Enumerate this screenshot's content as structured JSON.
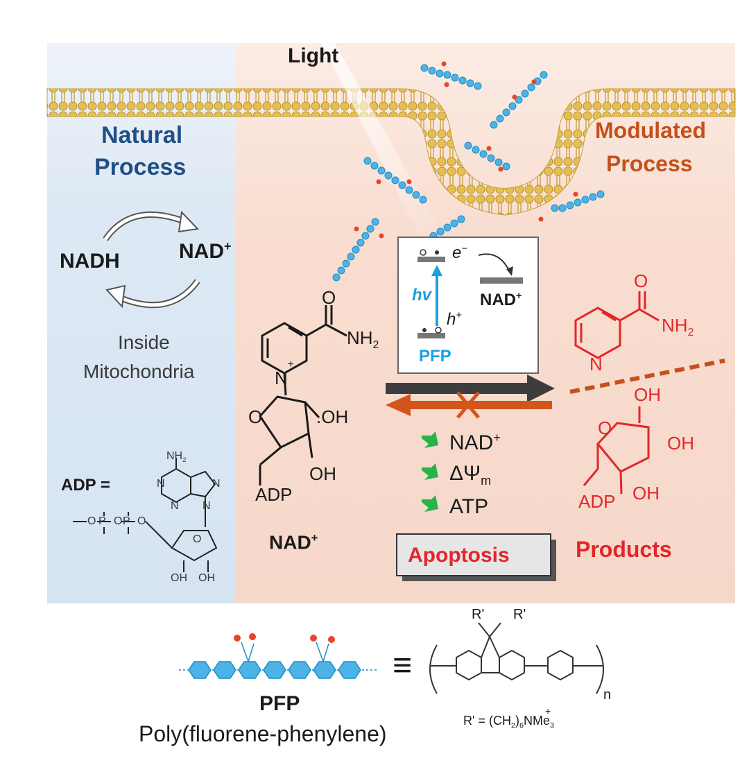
{
  "light": {
    "label": "Light"
  },
  "natural": {
    "title_line1": "Natural",
    "title_line2": "Process",
    "nadh": "NADH",
    "nad_plus": "NAD",
    "plus": "+",
    "inside_line1": "Inside",
    "inside_line2": "Mitochondria"
  },
  "modulated": {
    "title_line1": "Modulated",
    "title_line2": "Process"
  },
  "adp_box": {
    "adp_eq": "ADP =",
    "nh2": "NH",
    "nh2_sub": "2",
    "n_labels": [
      "N",
      "N",
      "N",
      "N"
    ],
    "o_labels": [
      "O",
      "O",
      "O",
      "O"
    ],
    "oh1": "OH",
    "oh2": "OH",
    "p1": "P",
    "p2": "P"
  },
  "nad_structure": {
    "o": "O",
    "nh2": "NH",
    "nh2_sub": "2",
    "n_plus": "N",
    "plus": "+",
    "ring_o": "O",
    "oh1": ".OH",
    "oh2": "OH",
    "adp": "ADP",
    "name": "NAD",
    "name_sup": "+"
  },
  "inset": {
    "electron": "e",
    "electron_sup": "−",
    "hv": "hv",
    "hole": "h",
    "hole_sup": "+",
    "nad": "NAD",
    "nad_sup": "+",
    "pfp": "PFP"
  },
  "effects": {
    "items": [
      {
        "text": "NAD",
        "sup": "+",
        "sub": ""
      },
      {
        "text": "ΔΨ",
        "sup": "",
        "sub": "m"
      },
      {
        "text": "ATP",
        "sup": "",
        "sub": ""
      }
    ]
  },
  "apoptosis": {
    "label": "Apoptosis"
  },
  "products": {
    "o": "O",
    "nh2": "NH",
    "nh2_sub": "2",
    "n": "N",
    "oh_top": "OH",
    "ring_o": "O",
    "oh_mid": "OH",
    "oh_low": "OH",
    "adp": "ADP",
    "label": "Products"
  },
  "pfp": {
    "name": "PFP",
    "full": "Poly(fluorene-phenylene)",
    "equiv": "≡",
    "r1": "R'",
    "r2": "R'",
    "n": "n",
    "r_def": "R' = (CH",
    "r_def_sub": "2",
    "r_def_end": ")",
    "r_def_sub2": "6",
    "r_def_tail": "NMe",
    "r_def_sub3": "3",
    "r_def_plus": "+"
  },
  "colors": {
    "blue_panel": "#dbe7f3",
    "orange_panel": "#f8ddd0",
    "membrane": "#d4a83a",
    "arrow_dark": "#3d3d3d",
    "arrow_orange": "#d2561c",
    "red": "#e3262a",
    "cyan": "#1aa0e0",
    "green": "#27b24a"
  }
}
